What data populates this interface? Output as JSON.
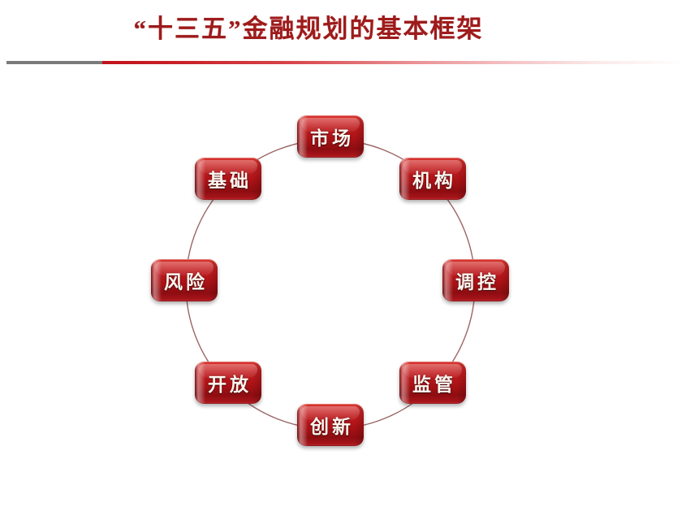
{
  "slide": {
    "title": "“十三五”金融规划的基本框架",
    "background_color": "#ffffff",
    "title_color": "#9e1b1b",
    "divider": {
      "gray_color": "#7b7b7b",
      "red_color": "#c1121a"
    }
  },
  "diagram": {
    "type": "cycle",
    "shape": "ring",
    "ring_color": "#8a4a4a",
    "node_color": "#ab1216",
    "node_text_color": "#fdf6f0",
    "node_count": 8,
    "nodes": [
      {
        "label": "市场",
        "position": "top"
      },
      {
        "label": "机构",
        "position": "upper-right"
      },
      {
        "label": "调控",
        "position": "right"
      },
      {
        "label": "监管",
        "position": "lower-right"
      },
      {
        "label": "创新",
        "position": "bottom"
      },
      {
        "label": "开放",
        "position": "lower-left"
      },
      {
        "label": "风险",
        "position": "left"
      },
      {
        "label": "基础",
        "position": "upper-left"
      }
    ]
  }
}
